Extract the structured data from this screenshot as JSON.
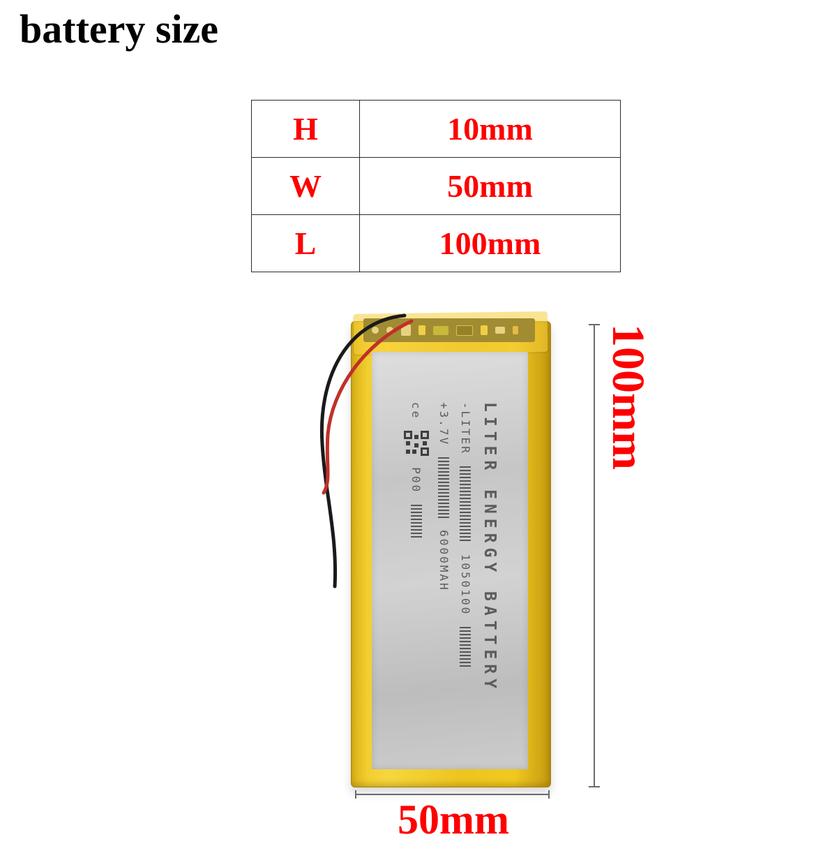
{
  "page": {
    "title": "battery size"
  },
  "spec_table": {
    "rows": [
      {
        "label": "H",
        "value": "10mm"
      },
      {
        "label": "W",
        "value": "50mm"
      },
      {
        "label": "L",
        "value": "100mm"
      }
    ]
  },
  "dimensions": {
    "height_label": "100mm",
    "width_label": "50mm"
  },
  "battery": {
    "brand_text": "LITER ENERGY BATTERY",
    "series_text": "-LITER",
    "model": "1050100",
    "voltage": "+3.7V",
    "capacity": "6000MAH",
    "ce_mark": "ce",
    "code": "P00",
    "colors": {
      "pouch_yellow": "#eec41f",
      "label_silver": "#cccccc",
      "wire_black": "#1a1a1a",
      "wire_red": "#c03028",
      "dimension_red": "#fe0000",
      "pcb_green": "#3a3d2b"
    }
  }
}
